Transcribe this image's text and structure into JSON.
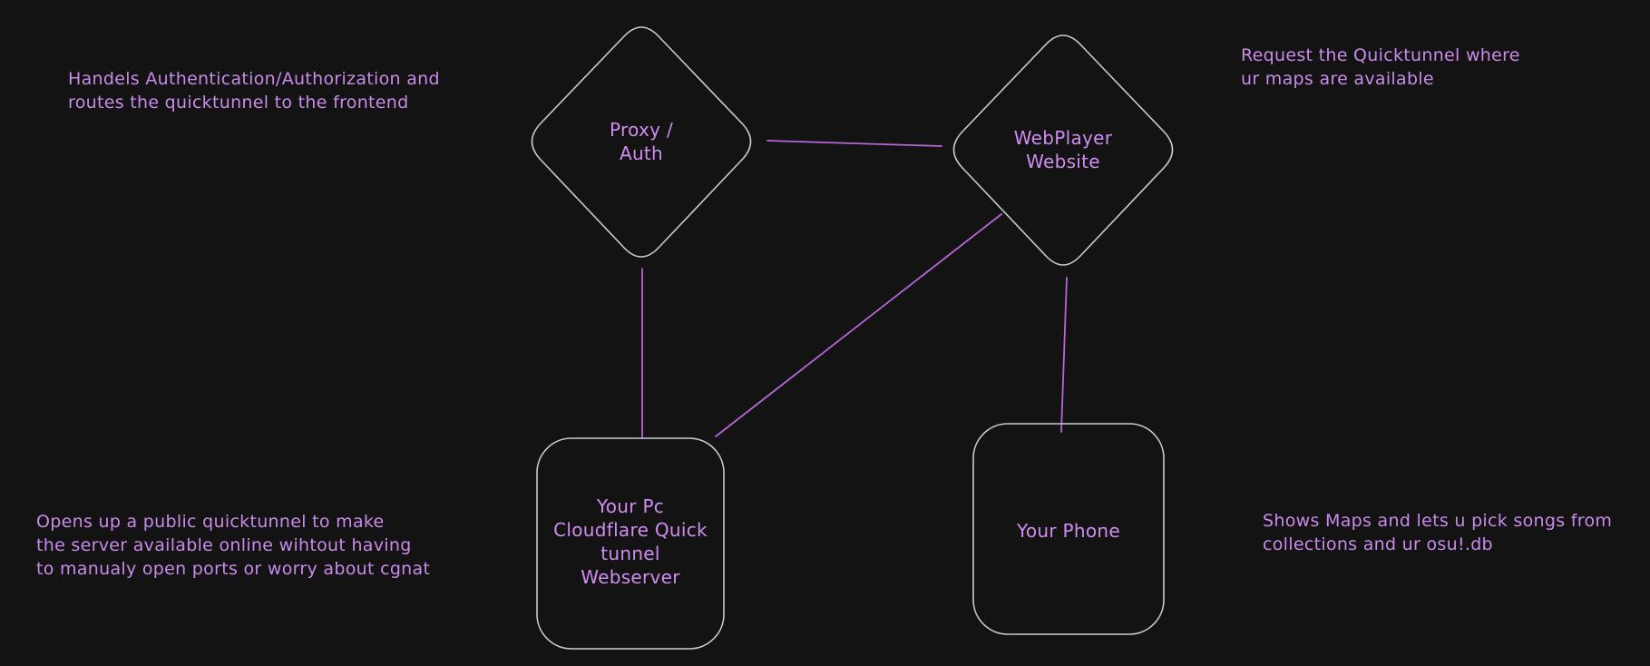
{
  "canvas": {
    "background_color": "#131313",
    "shape_stroke_color": "#c9ccd0",
    "connector_color": "#b766d9",
    "text_color": "#c98bea"
  },
  "nodes": {
    "proxy_auth": {
      "shape": "diamond",
      "lines": [
        "Proxy /",
        "Auth"
      ]
    },
    "webplayer": {
      "shape": "diamond",
      "lines": [
        "WebPlayer",
        "Website"
      ]
    },
    "your_pc": {
      "shape": "rectangle",
      "lines": [
        "Your Pc",
        "Cloudflare Quick",
        "tunnel",
        "Webserver"
      ]
    },
    "your_phone": {
      "shape": "rectangle",
      "lines": [
        "Your Phone"
      ]
    }
  },
  "connectors": [
    {
      "from": "proxy_auth",
      "to": "webplayer"
    },
    {
      "from": "proxy_auth",
      "to": "your_pc"
    },
    {
      "from": "webplayer",
      "to": "your_pc"
    },
    {
      "from": "webplayer",
      "to": "your_phone"
    }
  ],
  "annotations": {
    "top_left": {
      "lines": [
        "Handels Authentication/Authorization and",
        "routes the quicktunnel to the frontend"
      ]
    },
    "top_right": {
      "lines": [
        "Request the Quicktunnel where",
        "ur maps are available"
      ]
    },
    "bottom_left": {
      "lines": [
        "Opens up a public quicktunnel to make",
        "the server available online wihtout having",
        "to manualy open ports or worry about cgnat"
      ]
    },
    "bottom_right": {
      "lines": [
        "Shows Maps and lets u pick songs from",
        "collections and ur osu!.db"
      ]
    }
  }
}
